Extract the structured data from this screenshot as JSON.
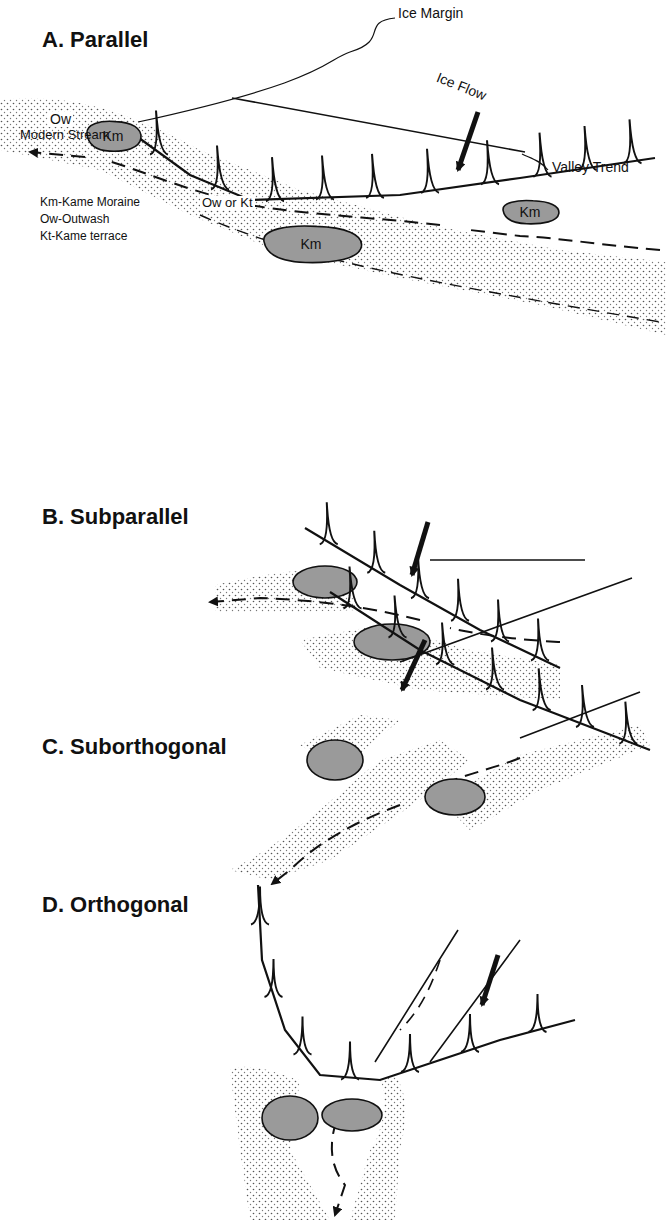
{
  "diagram": {
    "nodes": [
      {
        "text": [
          "Km"
        ]
      },
      {
        "text": [
          "Km"
        ]
      },
      {
        "text": [
          "Km"
        ]
      }
    ],
    "labels": [
      "A. Parallel",
      "Ice Margin",
      "Ice Flow",
      "Modern Stream",
      "Valley Trend",
      "Ow",
      "Km-Kame Moraine",
      "Ow-Outwash",
      "Kt-Kame terrace",
      "Ow or Kt",
      "B. Subparallel",
      "C. Suborthogonal",
      "D. Orthogonal"
    ]
  }
}
